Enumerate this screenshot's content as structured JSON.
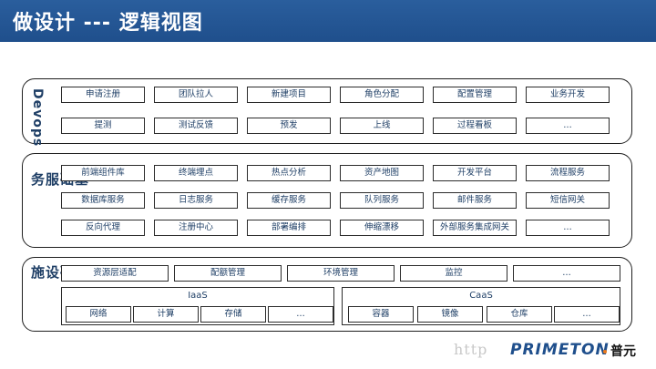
{
  "title": "做设计 --- 逻辑视图",
  "layers": {
    "devops": {
      "label": "Devops",
      "rows": [
        [
          "申请注册",
          "团队拉人",
          "新建项目",
          "角色分配",
          "配置管理",
          "业务开发"
        ],
        [
          "提测",
          "测试反馈",
          "预发",
          "上线",
          "过程看板",
          "…"
        ]
      ]
    },
    "base_services": {
      "label_chars": [
        "基",
        "础",
        "服",
        "务"
      ],
      "rows": [
        [
          "前端组件库",
          "终端埋点",
          "热点分析",
          "资产地图",
          "开发平台",
          "流程服务"
        ],
        [
          "数据库服务",
          "日志服务",
          "缓存服务",
          "队列服务",
          "邮件服务",
          "短信网关"
        ],
        [
          "反向代理",
          "注册中心",
          "部署编排",
          "伸缩漂移",
          "外部服务集成网关",
          "…"
        ]
      ]
    },
    "infrastructure": {
      "label_chars": [
        "基",
        "础",
        "设",
        "施"
      ],
      "top_row": [
        "资源层适配",
        "配额管理",
        "环境管理",
        "监控",
        "…"
      ],
      "iaas": {
        "title": "IaaS",
        "items": [
          "网络",
          "计算",
          "存储",
          "…"
        ]
      },
      "caas": {
        "title": "CaaS",
        "items": [
          "容器",
          "镜像",
          "仓库",
          "…"
        ]
      }
    }
  },
  "footer": {
    "watermark": "http",
    "logo_text": "PRIMETON",
    "logo_cn": "普元"
  },
  "colors": {
    "title_bar": "#1f4f8c",
    "text": "#1f3f66",
    "border": "#1f1f1f",
    "logo_dot": "#ee7a1a"
  }
}
